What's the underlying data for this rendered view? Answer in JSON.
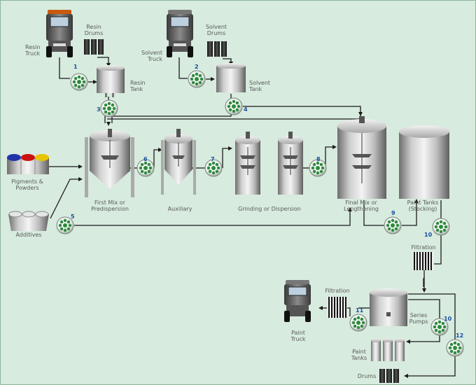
{
  "labels": {
    "resin_truck": [
      "Resin",
      "Truck"
    ],
    "resin_drums": [
      "Resin",
      "Drums"
    ],
    "resin_tank": [
      "Resin",
      "Tank"
    ],
    "solvent_drums": [
      "Solvent",
      "Drums"
    ],
    "solvent_truck": [
      "Solvent",
      "Truck"
    ],
    "solvent_tank": [
      "Solvent",
      "Tank"
    ],
    "pigments": [
      "Pigments &",
      "Powders"
    ],
    "additives": "Additives",
    "first_mix": [
      "First Mix or",
      "Predispersion"
    ],
    "auxiliary": "Auxiliary",
    "grinding": "Grinding or Dispersion",
    "final_mix": [
      "Final Mix or",
      "Lengthening"
    ],
    "paint_tanks_stocking": [
      "Paint Tanks",
      "(Stocking)"
    ],
    "filtration_1": "Filtration",
    "filtration_2": "Filtration",
    "paint_truck": [
      "Paint",
      "Truck"
    ],
    "series_pumps": [
      "Series",
      "Pumps"
    ],
    "paint_tanks": [
      "Paint",
      "Tanks"
    ],
    "drums": "Drums"
  },
  "pump_numbers": {
    "p1": "1",
    "p2": "2",
    "p3": "3",
    "p4": "4",
    "p5": "5",
    "p6": "6",
    "p7": "7",
    "p8": "8",
    "p9": "9",
    "p10a": "10",
    "p10b": "10",
    "p11": "11",
    "p12": "12"
  },
  "colors": {
    "background": "#d7ebde",
    "pump_green": "#2d8a3d",
    "number_blue": "#1a4fa0",
    "pipe": "#1b1b1b",
    "pigment_blue": "#2233aa",
    "pigment_red": "#cc1111",
    "pigment_yellow": "#e8c400"
  }
}
